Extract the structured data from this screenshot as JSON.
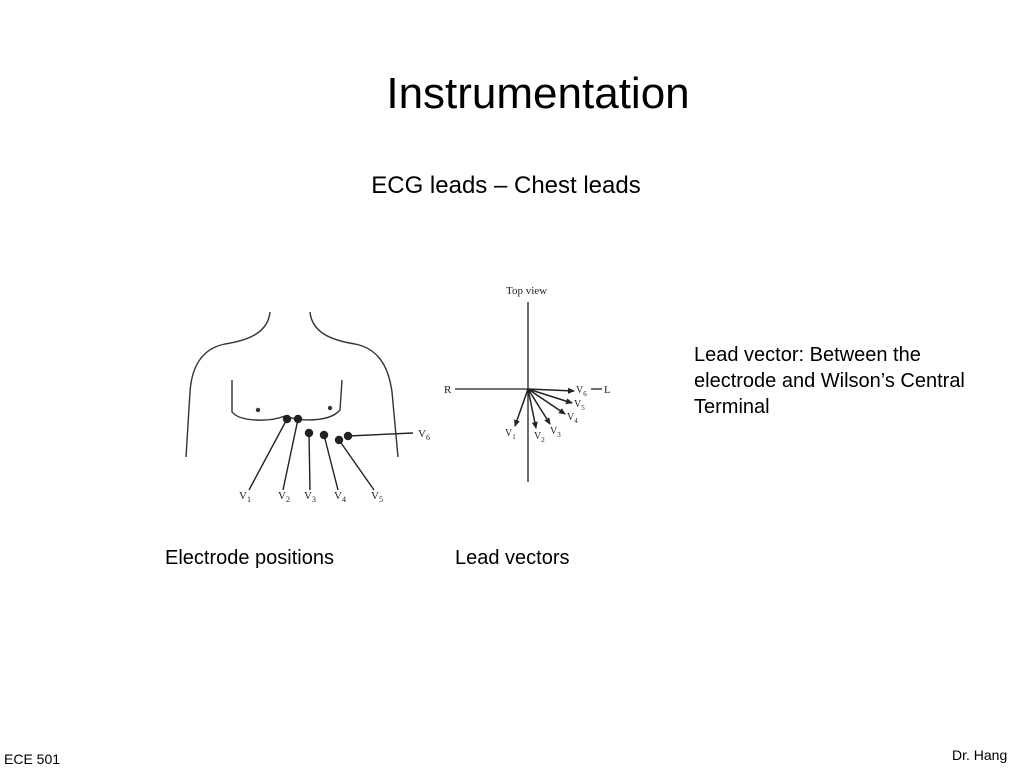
{
  "slide": {
    "title": "Instrumentation",
    "subtitle": "ECG leads – Chest leads",
    "note": "Lead vector: Between the electrode and Wilson’s Central Terminal",
    "captions": {
      "electrodes": "Electrode positions",
      "vectors": "Lead vectors"
    },
    "footer": {
      "left": "ECE 501",
      "right": "Dr. Hang"
    }
  },
  "figure": {
    "electrodes": {
      "labels": [
        {
          "v": "V",
          "sub": "1"
        },
        {
          "v": "V",
          "sub": "2"
        },
        {
          "v": "V",
          "sub": "3"
        },
        {
          "v": "V",
          "sub": "4"
        },
        {
          "v": "V",
          "sub": "5"
        },
        {
          "v": "V",
          "sub": "6"
        }
      ]
    },
    "vectors": {
      "top_label": "Top view",
      "axis_left": "R",
      "axis_right": "L",
      "labels": [
        {
          "v": "V",
          "sub": "1"
        },
        {
          "v": "V",
          "sub": "2"
        },
        {
          "v": "V",
          "sub": "3"
        },
        {
          "v": "V",
          "sub": "4"
        },
        {
          "v": "V",
          "sub": "5"
        },
        {
          "v": "V",
          "sub": "6"
        }
      ]
    }
  }
}
